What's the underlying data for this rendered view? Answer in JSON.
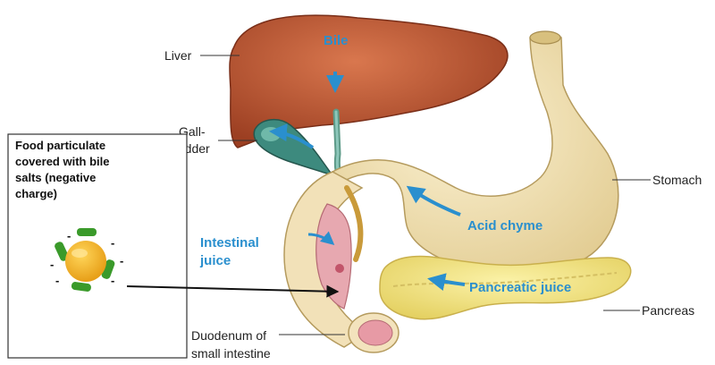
{
  "labels": {
    "liver": "Liver",
    "gallbladder_1": "Gall-",
    "gallbladder_2": "bladder",
    "stomach": "Stomach",
    "pancreas": "Pancreas",
    "duodenum_1": "Duodenum of",
    "duodenum_2": "small intestine"
  },
  "flows": {
    "bile": "Bile",
    "acid_chyme": "Acid chyme",
    "intestinal_juice_1": "Intestinal",
    "intestinal_juice_2": "juice",
    "pancreatic_juice": "Pancreatic juice"
  },
  "inset": {
    "lines": [
      "Food particulate",
      "covered with bile",
      "salts (negative",
      "charge)"
    ],
    "charge_symbol": "-"
  },
  "colors": {
    "liver": "#b5502e",
    "stomach": "#f1e2b5",
    "pancreas": "#f2e58a",
    "gallbladder": "#3d8a7e",
    "flow_text": "#2a8fce",
    "particle_core": "#f5b21e",
    "bile_salt": "#3a9a2a"
  }
}
